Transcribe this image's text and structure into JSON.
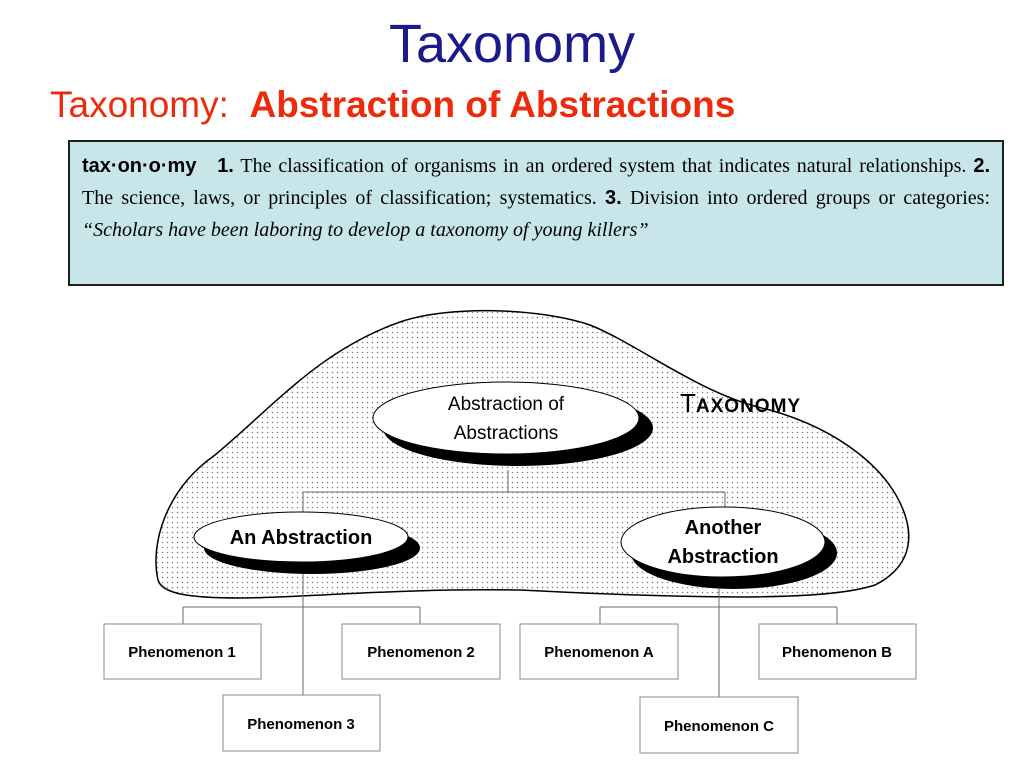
{
  "slide": {
    "title": "Taxonomy",
    "subtitle_prefix": "Taxonomy:",
    "subtitle_bold": "Abstraction of Abstractions"
  },
  "definition": {
    "headword": "tax·on·o·my",
    "sense1_num": "1.",
    "sense1_text": "The classification of organisms in an ordered system that indicates natural relationships.",
    "sense2_num": "2.",
    "sense2_text": "The science, laws, or principles of classification; systematics.",
    "sense3_num": "3.",
    "sense3_text": "Division into ordered groups or categories:",
    "example": "“Scholars have been laboring to develop a taxonomy of young killers”"
  },
  "diagram": {
    "region_label_first": "T",
    "region_label_rest": "AXONOMY",
    "root_line1": "Abstraction of",
    "root_line2": "Abstractions",
    "left_abstraction": "An Abstraction",
    "right_line1": "Another",
    "right_line2": "Abstraction",
    "phenomena": {
      "p1": "Phenomenon 1",
      "p2": "Phenomenon 2",
      "p3": "Phenomenon 3",
      "pa": "Phenomenon A",
      "pb": "Phenomenon B",
      "pc": "Phenomenon C"
    }
  },
  "colors": {
    "title": "#1a1a8c",
    "subtitle": "#ee2a0c",
    "definition_bg": "#c8e6e9"
  }
}
